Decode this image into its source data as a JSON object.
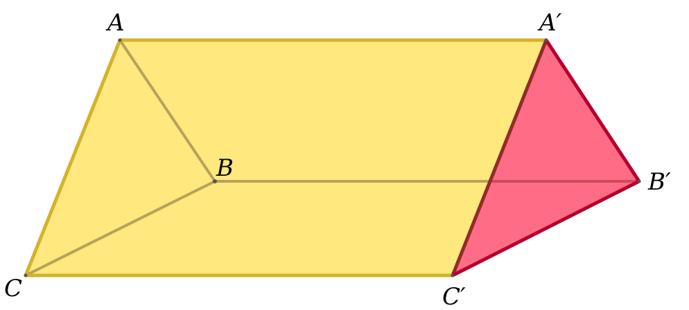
{
  "diagram": {
    "type": "triangular-prism",
    "vertices": {
      "A": "A",
      "B": "B",
      "C": "C",
      "A_prime": "A′",
      "B_prime": "B′",
      "C_prime": "C′"
    },
    "colors": {
      "face_fill": "#FFE87D",
      "face_edge": "#D4B22A",
      "hidden_edge": "#B7A25A",
      "triangle_fill": "#FF6680",
      "triangle_edge": "#B5002E",
      "point": "#555555"
    }
  }
}
